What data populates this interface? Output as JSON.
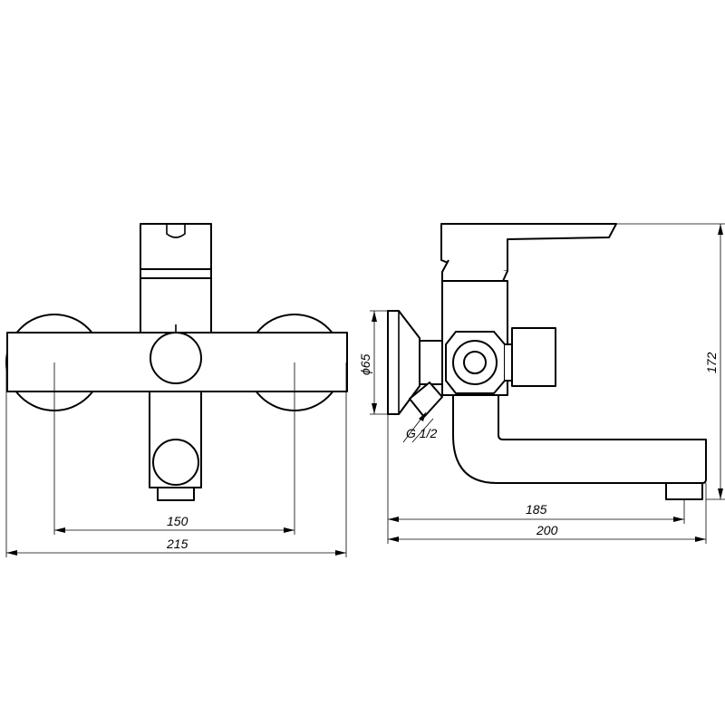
{
  "front_view": {
    "dim_inner": "150",
    "dim_outer": "215"
  },
  "side_view": {
    "dim_diameter": "ϕ65",
    "dim_thread": "G 1/2",
    "dim_height": "172",
    "dim_reach": "185",
    "dim_depth": "200"
  }
}
